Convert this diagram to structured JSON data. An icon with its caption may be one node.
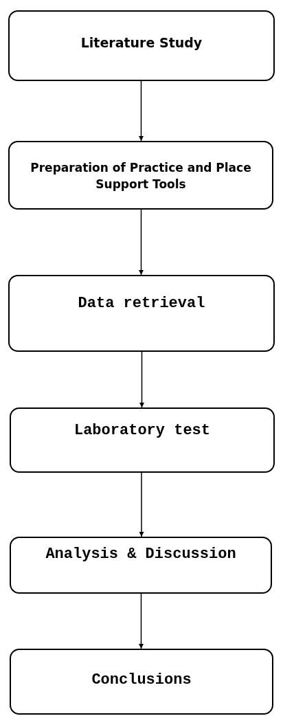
{
  "diagram": {
    "nodes": [
      {
        "text": [
          "Literature Study"
        ]
      },
      {
        "text": [
          "Preparation of Practice and Place Support Tools"
        ]
      },
      {
        "text": [
          "Data retrieval"
        ]
      },
      {
        "text": [
          "Laboratory test"
        ]
      },
      {
        "text": [
          "Analysis & Discussion"
        ]
      },
      {
        "text": [
          "Conclusions"
        ]
      }
    ],
    "edges": [
      {
        "from": 0,
        "to": 1,
        "arrow": "to"
      },
      {
        "from": 1,
        "to": 2,
        "arrow": "to"
      },
      {
        "from": 2,
        "to": 3,
        "arrow": "to"
      },
      {
        "from": 3,
        "to": 4,
        "arrow": "to"
      },
      {
        "from": 4,
        "to": 5,
        "arrow": "to"
      }
    ]
  }
}
